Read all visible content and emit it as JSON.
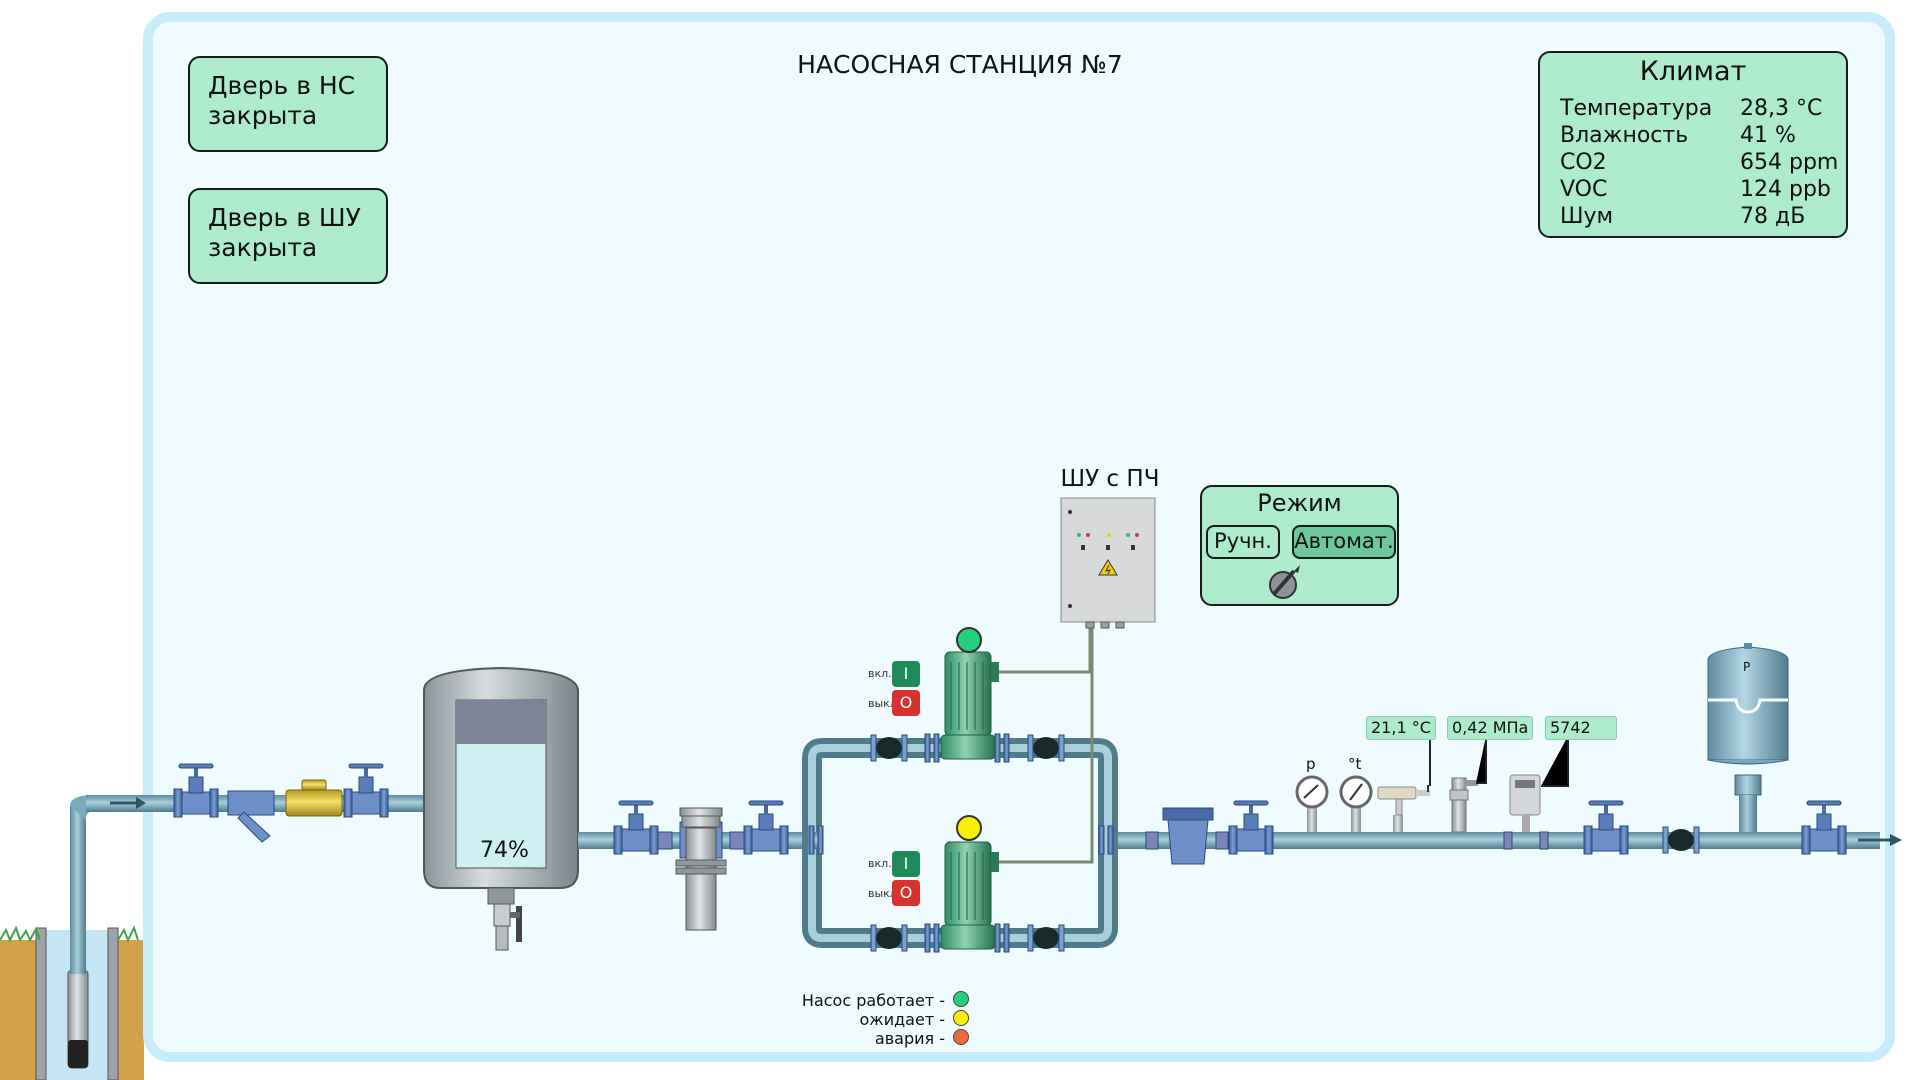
{
  "page": {
    "title": "НАСОСНАЯ СТАНЦИЯ №7"
  },
  "doors": [
    {
      "text": "Дверь в НС закрыта"
    },
    {
      "text": "Дверь в ШУ закрыта"
    }
  ],
  "climate": {
    "title": "Климат",
    "rows": [
      {
        "label": "Температура",
        "value": "28,3 °C"
      },
      {
        "label": "Влажность",
        "value": "41 %"
      },
      {
        "label": "CO2",
        "value": "654 ppm"
      },
      {
        "label": "VOC",
        "value": "124 ppb"
      },
      {
        "label": "Шум",
        "value": "78 дБ"
      }
    ]
  },
  "control_cabinet": {
    "title": "ШУ с ПЧ"
  },
  "mode": {
    "title": "Режим",
    "manual_label": "Ручн.",
    "auto_label": "Автомат.",
    "selected": "Автомат."
  },
  "tank": {
    "level_text": "74%",
    "level_percent": 74
  },
  "readouts": {
    "temperature": "21,1 °C",
    "pressure": "0,42 МПа",
    "counter": "5742"
  },
  "gauges": {
    "pressure_label": "p",
    "temperature_label": "°t"
  },
  "expansion_tank": {
    "label": "P"
  },
  "pumps": [
    {
      "id": "pump-1",
      "status": "running",
      "on_label": "I",
      "off_label": "O",
      "on_caption": "вкл.",
      "off_caption": "выкл."
    },
    {
      "id": "pump-2",
      "status": "waiting",
      "on_label": "I",
      "off_label": "O",
      "on_caption": "вкл.",
      "off_caption": "выкл."
    }
  ],
  "legend": [
    {
      "label": "Насос работает -",
      "status": "running"
    },
    {
      "label": "ожидает -",
      "status": "waiting"
    },
    {
      "label": "авария -",
      "status": "alarm"
    }
  ],
  "colors": {
    "running": "#26d17e",
    "waiting": "#f7f100",
    "alarm": "#ef6a3a",
    "pipe": "#7aa9b9",
    "frame": "#c9ecfb",
    "background": "#f0fbff",
    "panel": "#aeeacc"
  }
}
